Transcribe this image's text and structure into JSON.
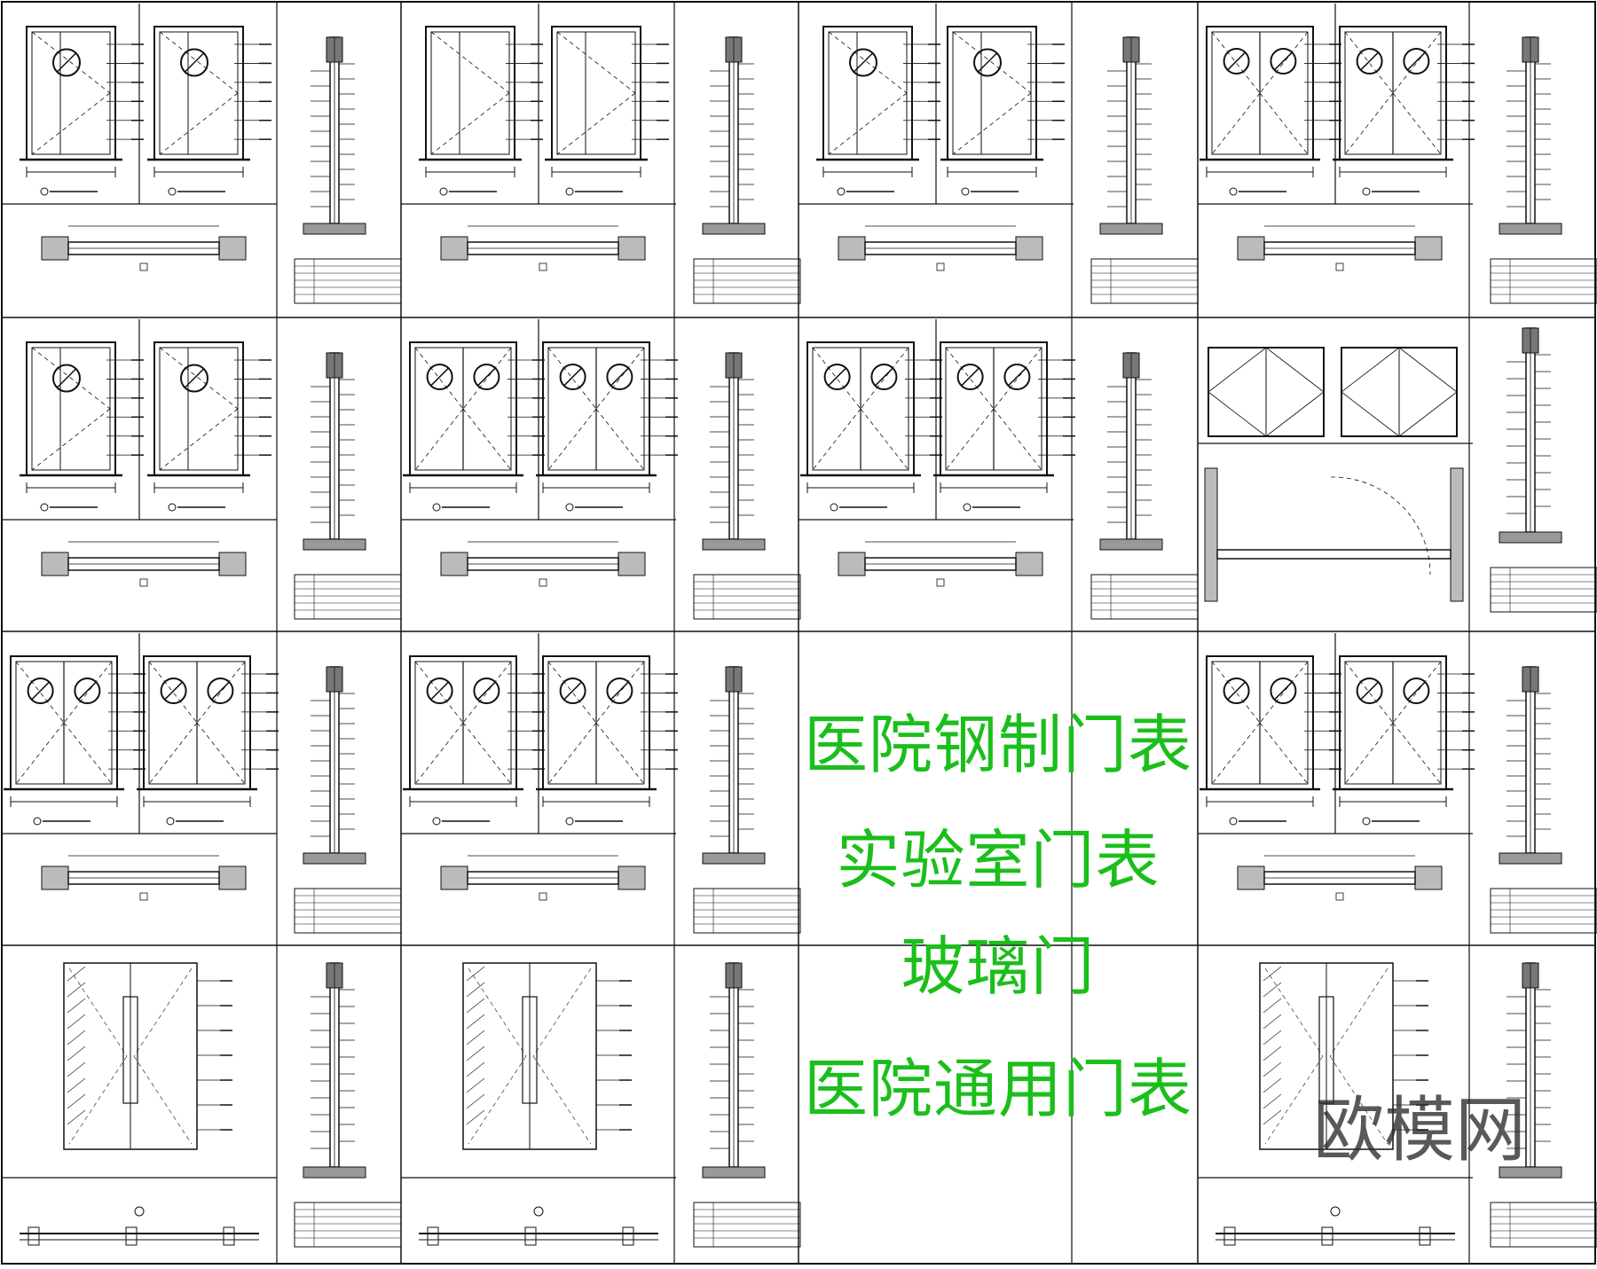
{
  "titles": {
    "line1": "医院钢制门表",
    "line2": "实验室门表",
    "line3": "玻璃门",
    "line4": "医院通用门表"
  },
  "watermark": "欧模网",
  "colors": {
    "title": "#1bbf1b",
    "line": "#111111",
    "background": "#ffffff"
  }
}
